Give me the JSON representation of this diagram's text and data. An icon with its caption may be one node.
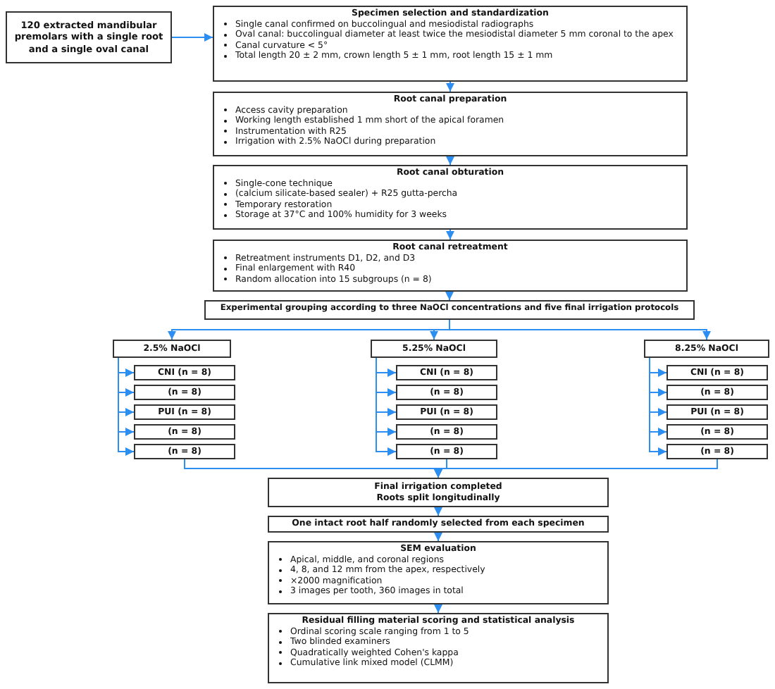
{
  "diagram": {
    "nodes": [
      {
        "text": [
          "120 extracted mandibular premolars with a single root and a single oval canal"
        ]
      },
      {
        "text": [
          "Specimen selection and standardization",
          "Single canal confirmed on buccolingual and mesiodistal radiographs",
          "Oval canal: buccolingual diameter at least twice the mesiodistal diameter 5 mm coronal to the apex",
          "Canal curvature < 5°",
          "Total length 20 ± 2 mm, crown length 5 ± 1 mm, root length 15 ± 1 mm"
        ]
      },
      {
        "text": [
          "Root canal preparation",
          "Access cavity preparation",
          "Working length established 1 mm short of the apical foramen",
          "Instrumentation with R25",
          "Irrigation with 2.5% NaOCl during preparation"
        ]
      },
      {
        "text": [
          "Root canal obturation",
          "Single-cone technique",
          "(calcium silicate-based sealer) + R25 gutta-percha",
          "Temporary restoration",
          "Storage at 37°C and 100% humidity for 3 weeks"
        ]
      },
      {
        "text": [
          "Root canal retreatment",
          "Retreatment instruments D1, D2, and D3",
          "Final enlargement with R40",
          "Random allocation into 15 subgroups (n = 8)"
        ]
      },
      {
        "text": [
          "Experimental grouping according to three NaOCl concentrations and five final irrigation protocols"
        ]
      },
      {
        "text": [
          "2.5% NaOCl"
        ]
      },
      {
        "text": [
          "CNI (n = 8)"
        ]
      },
      {
        "text": [
          "(n = 8)"
        ]
      },
      {
        "text": [
          "PUI (n = 8)"
        ]
      },
      {
        "text": [
          "(n = 8)"
        ]
      },
      {
        "text": [
          "(n = 8)"
        ]
      },
      {
        "text": [
          "5.25% NaOCl"
        ]
      },
      {
        "text": [
          "CNI (n = 8)"
        ]
      },
      {
        "text": [
          "(n = 8)"
        ]
      },
      {
        "text": [
          "PUI (n = 8)"
        ]
      },
      {
        "text": [
          "(n = 8)"
        ]
      },
      {
        "text": [
          "(n = 8)"
        ]
      },
      {
        "text": [
          "8.25% NaOCl"
        ]
      },
      {
        "text": [
          "CNI (n = 8)"
        ]
      },
      {
        "text": [
          "(n = 8)"
        ]
      },
      {
        "text": [
          "PUI (n = 8)"
        ]
      },
      {
        "text": [
          "(n = 8)"
        ]
      },
      {
        "text": [
          "(n = 8)"
        ]
      },
      {
        "text": [
          "Final irrigation completed",
          "Roots split longitudinally"
        ]
      },
      {
        "text": [
          "One intact root half randomly selected from each specimen"
        ]
      },
      {
        "text": [
          "SEM evaluation",
          "Apical, middle, and coronal regions",
          "4, 8, and 12 mm from the apex, respectively",
          "×2000 magnification",
          "3 images per tooth, 360 images in total"
        ]
      },
      {
        "text": [
          "Residual filling material scoring and statistical analysis",
          "Ordinal scoring scale ranging from 1 to 5",
          "Two blinded examiners",
          "Quadratically weighted Cohen's kappa",
          "Cumulative link mixed model (CLMM)"
        ]
      }
    ],
    "edges": [
      {
        "from": 0,
        "to": 1,
        "arrow": "to"
      },
      {
        "from": 1,
        "to": 2,
        "arrow": "to"
      },
      {
        "from": 2,
        "to": 3,
        "arrow": "to"
      },
      {
        "from": 3,
        "to": 4,
        "arrow": "to"
      },
      {
        "from": 4,
        "to": 5,
        "arrow": "to"
      },
      {
        "from": 5,
        "to": 6,
        "arrow": "to"
      },
      {
        "from": 5,
        "to": 12,
        "arrow": "to"
      },
      {
        "from": 5,
        "to": 18,
        "arrow": "to"
      },
      {
        "from": 6,
        "to": 7,
        "arrow": "to"
      },
      {
        "from": 6,
        "to": 8,
        "arrow": "to"
      },
      {
        "from": 6,
        "to": 9,
        "arrow": "to"
      },
      {
        "from": 6,
        "to": 10,
        "arrow": "to"
      },
      {
        "from": 6,
        "to": 11,
        "arrow": "to"
      },
      {
        "from": 12,
        "to": 13,
        "arrow": "to"
      },
      {
        "from": 12,
        "to": 14,
        "arrow": "to"
      },
      {
        "from": 12,
        "to": 15,
        "arrow": "to"
      },
      {
        "from": 12,
        "to": 16,
        "arrow": "to"
      },
      {
        "from": 12,
        "to": 17,
        "arrow": "to"
      },
      {
        "from": 18,
        "to": 19,
        "arrow": "to"
      },
      {
        "from": 18,
        "to": 20,
        "arrow": "to"
      },
      {
        "from": 18,
        "to": 21,
        "arrow": "to"
      },
      {
        "from": 18,
        "to": 22,
        "arrow": "to"
      },
      {
        "from": 18,
        "to": 23,
        "arrow": "to"
      },
      {
        "from": 11,
        "to": 24,
        "arrow": "to"
      },
      {
        "from": 17,
        "to": 24,
        "arrow": "to"
      },
      {
        "from": 23,
        "to": 24,
        "arrow": "to"
      },
      {
        "from": 24,
        "to": 25,
        "arrow": "to"
      },
      {
        "from": 25,
        "to": 26,
        "arrow": "to"
      },
      {
        "from": 26,
        "to": 27,
        "arrow": "to"
      }
    ]
  }
}
